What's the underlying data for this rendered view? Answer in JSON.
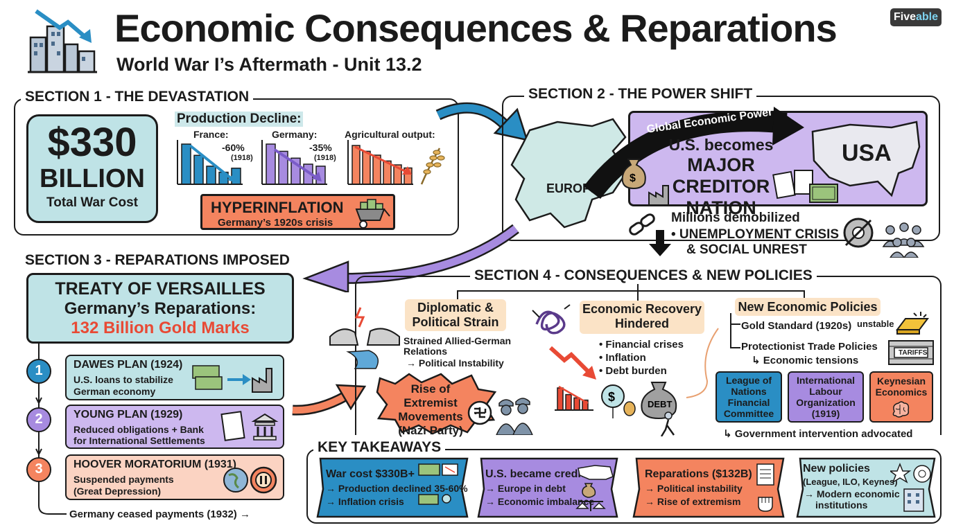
{
  "colors": {
    "teal": "#bfe3e6",
    "purple": "#cdb8ef",
    "orange": "#f4845f",
    "blue": "#2a8ec4",
    "cream": "#fbe3c6",
    "red": "#e84a35"
  },
  "header": {
    "title": "Economic Consequences & Reparations",
    "subtitle": "World War I’s Aftermath - Unit 13.2",
    "logo_a": "Five",
    "logo_b": "able",
    "icon": "declining-city-chart-icon"
  },
  "section1": {
    "heading": "SECTION 1 - THE DEVASTATION",
    "cost_amount": "$330",
    "cost_unit": "BILLION",
    "cost_label": "Total War Cost",
    "production_heading": "Production Decline:",
    "charts": [
      {
        "label": "France:",
        "pct": "-60%",
        "year": "(1918)",
        "values": [
          1,
          0.72,
          0.45,
          0.3,
          0.4
        ]
      },
      {
        "label": "Germany:",
        "pct": "-35%",
        "year": "(1918)",
        "values": [
          1,
          0.82,
          0.65,
          0.5,
          0.45
        ]
      },
      {
        "label": "Agricultural output:",
        "pct": "",
        "year": "",
        "values": [
          1,
          0.85,
          0.75,
          0.6,
          0.5,
          0.42
        ]
      }
    ],
    "hyperinflation_title": "HYPERINFLATION",
    "hyperinflation_sub": "Germany’s 1920s crisis"
  },
  "section2": {
    "heading": "SECTION 2 - THE POWER SHIFT",
    "europe": "EUROPE",
    "arrow_label": "Global Economic Power",
    "creditor_line1": "U.S. becomes",
    "creditor_line2": "MAJOR CREDITOR",
    "creditor_line3": "NATION",
    "usa": "USA",
    "demob_line1": "Millions demobilized",
    "demob_line2": "• UNEMPLOYMENT CRISIS",
    "demob_line3": "& SOCIAL UNREST",
    "dollar": "$"
  },
  "section3": {
    "heading": "SECTION 3 - REPARATIONS IMPOSED",
    "treaty_line1": "TREATY OF VERSAILLES",
    "treaty_line2": "Germany’s Reparations:",
    "treaty_line3": "132 Billion Gold Marks",
    "plans": [
      {
        "num": "1",
        "title": "DAWES PLAN (1924)",
        "line1": "U.S. loans to stabilize",
        "line2": "German economy"
      },
      {
        "num": "2",
        "title": "YOUNG PLAN (1929)",
        "line1": "Reduced obligations + Bank",
        "line2": "for International Settlements"
      },
      {
        "num": "3",
        "title": "HOOVER MORATORIUM (1931)",
        "line1": "Suspended payments",
        "line2": "(Great Depression)"
      }
    ],
    "ceased": "Germany ceased payments (1932) →"
  },
  "section4": {
    "heading": "SECTION 4 - CONSEQUENCES & NEW POLICIES",
    "diplomatic_title": "Diplomatic & Political Strain",
    "diplomatic_line1": "Strained Allied-German",
    "diplomatic_line2": "Relations",
    "diplomatic_line3": "→ Political Instability",
    "extremism_line1": "Rise of Extremist",
    "extremism_line2": "Movements",
    "extremism_line3": "(Nazi Party)",
    "recovery_title_1": "Economic Recovery",
    "recovery_title_2": "Hindered",
    "recovery_items": [
      "• Financial crises",
      "• Inflation",
      "• Debt burden"
    ],
    "debt": "DEBT",
    "policies_title": "New Economic Policies",
    "gold_standard": "Gold Standard (1920s)",
    "unstable": "unstable",
    "protectionist": "Protectionist Trade Policies",
    "tensions": "↳ Economic tensions",
    "tariffs": "TARIFFS",
    "orgs": [
      {
        "line1": "League of",
        "line2": "Nations",
        "line3": "Financial",
        "line4": "Committee"
      },
      {
        "line1": "International",
        "line2": "Labour",
        "line3": "Organization",
        "line4": "(1919)"
      },
      {
        "line1": "Keynesian",
        "line2": "Economics",
        "line3": "",
        "line4": ""
      }
    ],
    "government": "↳ Government intervention advocated"
  },
  "takeaways": {
    "heading": "KEY TAKEAWAYS",
    "cards": [
      {
        "title": "War cost $330B+",
        "line1": "→ Production declined 35-60%",
        "line2": "→ Inflation crisis"
      },
      {
        "title": "U.S. became creditor",
        "line1": "→ Europe in debt",
        "line2": "→ Economic imbalance"
      },
      {
        "title": "Reparations ($132B)",
        "line1": "→ Political instability",
        "line2": "→ Rise of extremism"
      },
      {
        "title": "New policies",
        "line1": "(League, ILO, Keynes)",
        "line2": "→ Modern economic",
        "line3": "institutions"
      }
    ]
  }
}
